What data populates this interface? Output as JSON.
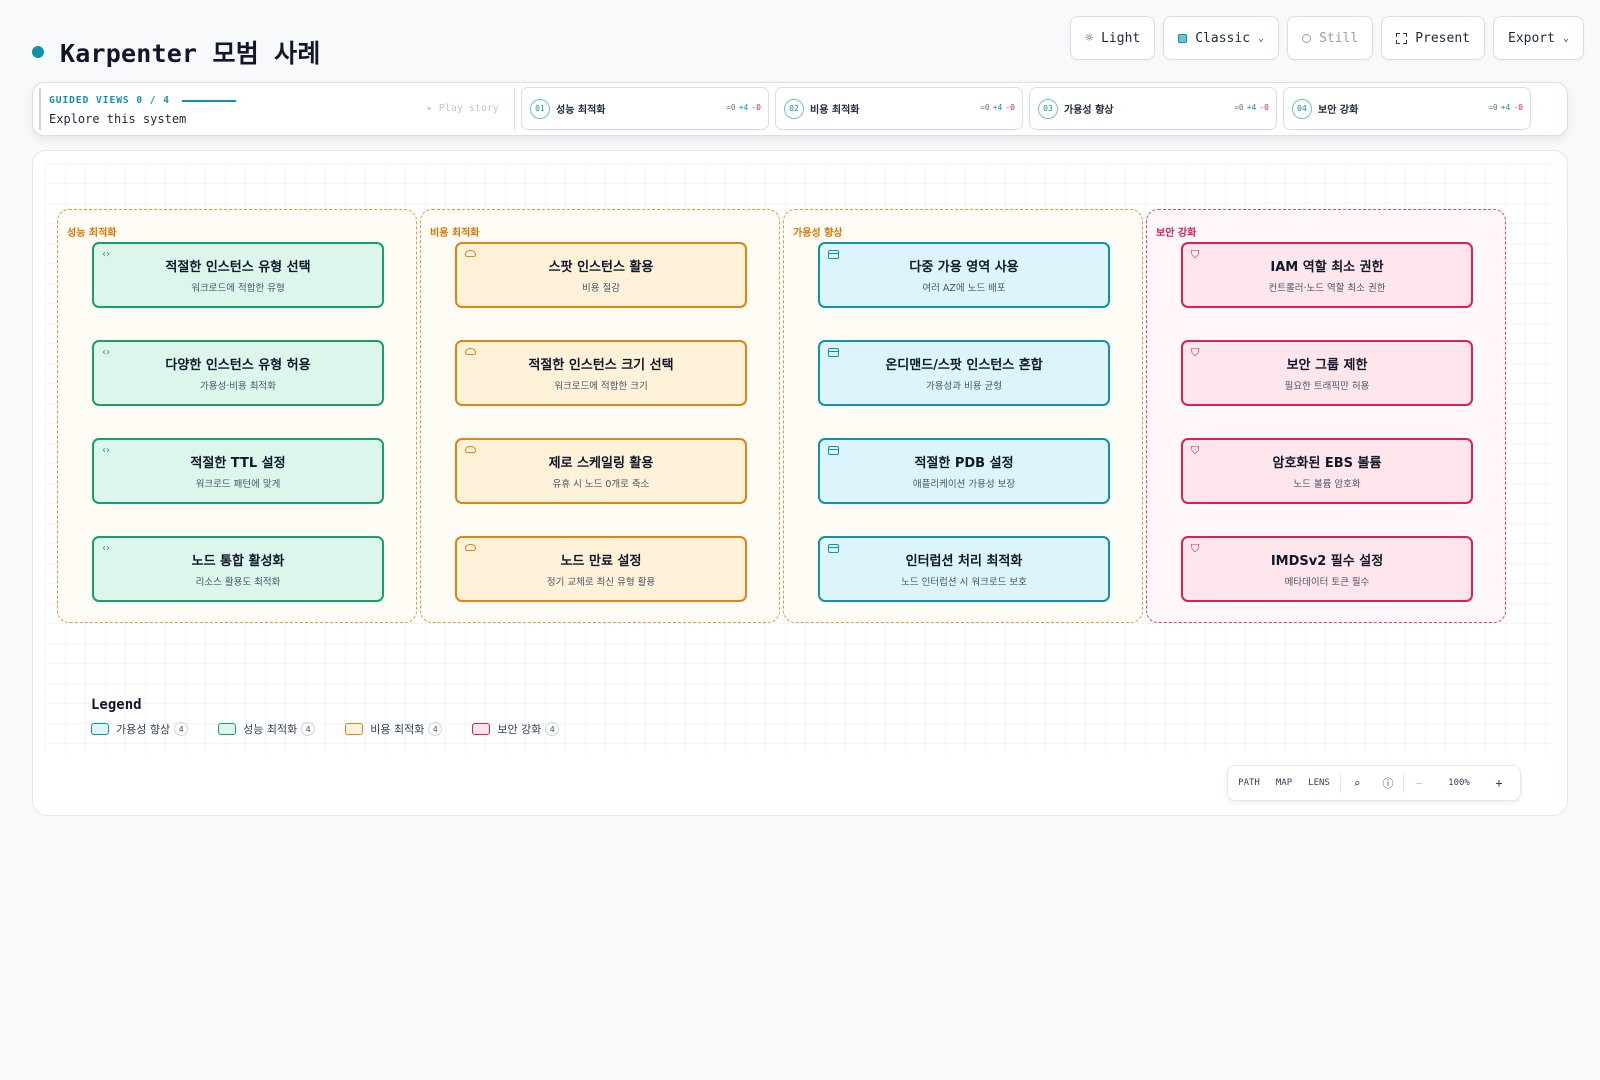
{
  "header": {
    "title": "Karpenter 모범 사례",
    "toolbar": {
      "theme_label": "Light",
      "style_label": "Classic",
      "motion_label": "Still",
      "present_label": "Present",
      "export_label": "Export"
    }
  },
  "guided": {
    "label": "GUIDED VIEWS 0 / 4",
    "subtitle": "Explore this system",
    "play_label": "▸ Play story",
    "steps": [
      {
        "num": "01",
        "name": "성능 최적화",
        "eq": "=0",
        "plus": "+4",
        "minus": "-0"
      },
      {
        "num": "02",
        "name": "비용 최적화",
        "eq": "=0",
        "plus": "+4",
        "minus": "-0"
      },
      {
        "num": "03",
        "name": "가용성 향상",
        "eq": "=0",
        "plus": "+4",
        "minus": "-0"
      },
      {
        "num": "04",
        "name": "보안 강화",
        "eq": "=0",
        "plus": "+4",
        "minus": "-0"
      }
    ]
  },
  "groups": [
    {
      "label": "성능 최적화",
      "nodes": [
        {
          "title": "적절한 인스턴스 유형 선택",
          "sub": "워크로드에 적합한 유형"
        },
        {
          "title": "다양한 인스턴스 유형 허용",
          "sub": "가용성·비용 최적화"
        },
        {
          "title": "적절한 TTL 설정",
          "sub": "워크로드 패턴에 맞게"
        },
        {
          "title": "노드 통합 활성화",
          "sub": "리소스 활용도 최적화"
        }
      ]
    },
    {
      "label": "비용 최적화",
      "nodes": [
        {
          "title": "스팟 인스턴스 활용",
          "sub": "비용 절감"
        },
        {
          "title": "적절한 인스턴스 크기 선택",
          "sub": "워크로드에 적합한 크기"
        },
        {
          "title": "제로 스케일링 활용",
          "sub": "유휴 시 노드 0개로 축소"
        },
        {
          "title": "노드 만료 설정",
          "sub": "정기 교체로 최신 유형 활용"
        }
      ]
    },
    {
      "label": "가용성 향상",
      "nodes": [
        {
          "title": "다중 가용 영역 사용",
          "sub": "여러 AZ에 노드 배포"
        },
        {
          "title": "온디맨드/스팟 인스턴스 혼합",
          "sub": "가용성과 비용 균형"
        },
        {
          "title": "적절한 PDB 설정",
          "sub": "애플리케이션 가용성 보장"
        },
        {
          "title": "인터럽션 처리 최적화",
          "sub": "노드 인터럽션 시 워크로드 보호"
        }
      ]
    },
    {
      "label": "보안 강화",
      "nodes": [
        {
          "title": "IAM 역할 최소 권한",
          "sub": "컨트롤러·노드 역할 최소 권한"
        },
        {
          "title": "보안 그룹 제한",
          "sub": "필요한 트래픽만 허용"
        },
        {
          "title": "암호화된 EBS 볼륨",
          "sub": "노드 볼륨 암호화"
        },
        {
          "title": "IMDSv2 필수 설정",
          "sub": "메타데이터 토큰 필수"
        }
      ]
    }
  ],
  "legend": {
    "title": "Legend",
    "items": [
      {
        "label": "가용성 향상",
        "count": "4"
      },
      {
        "label": "성능 최적화",
        "count": "4"
      },
      {
        "label": "비용 최적화",
        "count": "4"
      },
      {
        "label": "보안 강화",
        "count": "4"
      }
    ]
  },
  "controls": {
    "path": "PATH",
    "map": "MAP",
    "lens": "LENS",
    "zoom_out": "−",
    "zoom_level": "100%",
    "zoom_in": "+"
  },
  "icons": {
    "performance": "code-brackets-icon",
    "cost": "cloud-icon",
    "availability": "window-icon",
    "security": "shield-icon"
  },
  "colors": {
    "accent": "#0e93a8",
    "performance": "#16a06a",
    "cost": "#e08414",
    "availability": "#0e93a8",
    "security": "#d9234f"
  }
}
